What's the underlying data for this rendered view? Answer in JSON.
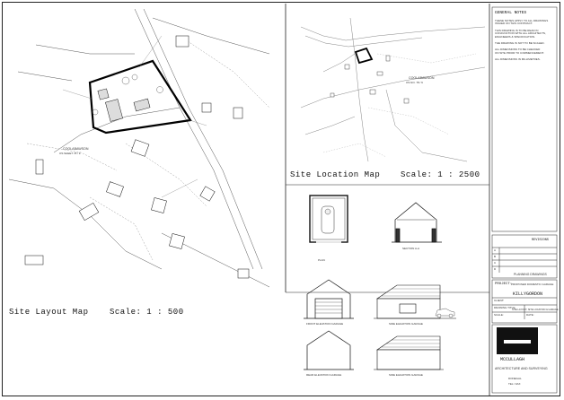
{
  "titles": {
    "site_layout": "Site Layout Map",
    "site_layout_scale": "Scale: 1 : 500",
    "site_location": "Site Location Map",
    "site_location_scale": "Scale: 1 : 2500"
  },
  "labels": {
    "map_ref_layout": "COOLABAWSON",
    "map_ref_layout_sheet": "OS SHEET 78 / 9",
    "map_ref_location": "COOLABAWSON",
    "map_ref_location_sheet": "OS NO. 78 / 9"
  },
  "drawing_labels": {
    "front_elevation": "FRONT ELEVATION GARAGE",
    "side_elevation": "SIDE ELEVATION GARAGE",
    "rear_elevation": "REAR ELEVATION GARAGE",
    "side_elevation_2": "SIDE ELEVATION GARAGE",
    "floor_plan": "PLAN",
    "section": "SECTION A-A"
  },
  "notes_panel": {
    "heading": "GENERAL NOTES",
    "lines": [
      "THESE NOTES APPLY TO ALL DRAWINGS",
      "ISSUED ON THIS CONTRACT.",
      "THIS DRAWING IS TO BE READ IN",
      "CONJUNCTION WITH ALL ARCHITECTS,",
      "ENGINEERS & SPECIFICATION.",
      "THE DRAWING IS NOT TO BE SCALED.",
      "ALL DIMENSIONS TO BE CHECKED",
      "ON SITE PRIOR TO COMMENCEMENT.",
      "ALL DIMENSIONS IN MILLIMETRES."
    ]
  },
  "revision_panel": {
    "heading": "REVISIONS",
    "rows": [
      "A",
      "B",
      "C",
      "D"
    ],
    "status": "PLANNING DRAWINGS"
  },
  "project_panel": {
    "heading": "PROJECT:",
    "line1": "PROPOSED DOMESTIC GARAGE",
    "location": "KILLYGORDON",
    "client_label": "CLIENT:",
    "drawing_label": "DRAWING TITLE:",
    "drawing_value": "SITE LAYOUT, SITE LOCATION & GARAGE",
    "scale_label": "SCALE:",
    "date_label": "DATE:"
  },
  "firm": {
    "name": "MCCULLAGH",
    "tagline": "ARCHITECTURE AND SURVEYING",
    "address": "DONEGAL",
    "contact": "TEL / FAX"
  }
}
